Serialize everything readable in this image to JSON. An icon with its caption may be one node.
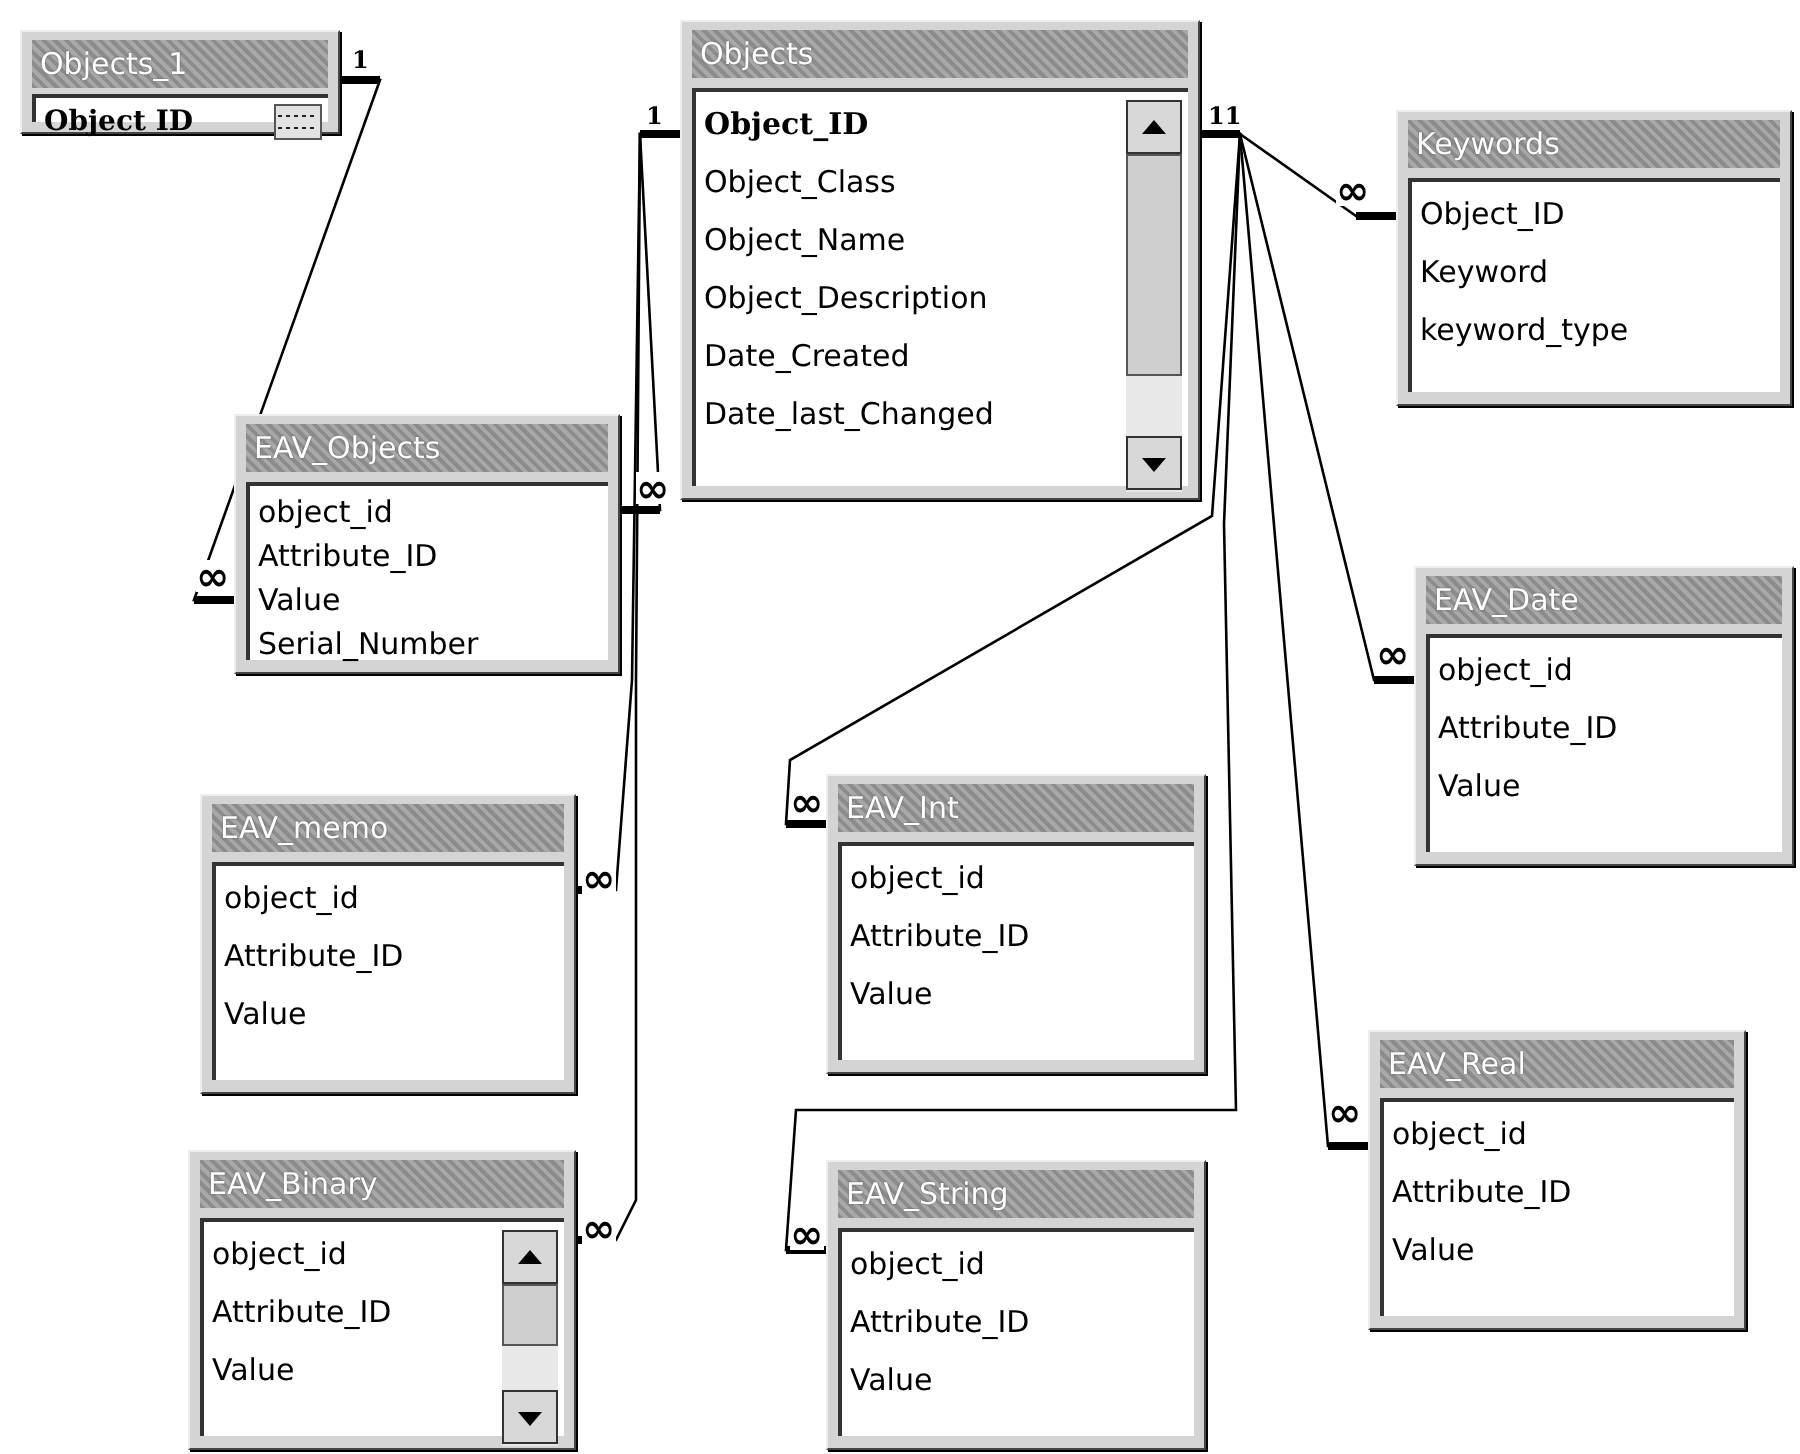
{
  "diagram": {
    "nodes": [
      {
        "text": [
          "Objects_1",
          "Object ID"
        ]
      },
      {
        "text": [
          "Objects",
          "Object_ID",
          "Object_Class",
          "Object_Name",
          "Object_Description",
          "Date_Created",
          "Date_last_Changed"
        ]
      },
      {
        "text": [
          "Keywords",
          "Object_ID",
          "Keyword",
          "keyword_type"
        ]
      },
      {
        "text": [
          "EAV_Objects",
          "object_id",
          "Attribute_ID",
          "Value",
          "Serial_Number"
        ]
      },
      {
        "text": [
          "EAV_Date",
          "object_id",
          "Attribute_ID",
          "Value"
        ]
      },
      {
        "text": [
          "EAV_Int",
          "object_id",
          "Attribute_ID",
          "Value"
        ]
      },
      {
        "text": [
          "EAV_memo",
          "object_id",
          "Attribute_ID",
          "Value"
        ]
      },
      {
        "text": [
          "EAV_Real",
          "object_id",
          "Attribute_ID",
          "Value"
        ]
      },
      {
        "text": [
          "EAV_Binary",
          "object_id",
          "Attribute_ID",
          "Value"
        ]
      },
      {
        "text": [
          "EAV_String",
          "object_id",
          "Attribute_ID",
          "Value"
        ]
      }
    ],
    "edges": [
      {
        "from": 0,
        "to": 3,
        "arrow": "other"
      },
      {
        "from": 1,
        "to": 3,
        "arrow": "other"
      },
      {
        "from": 1,
        "to": 6,
        "arrow": "other"
      },
      {
        "from": 1,
        "to": 8,
        "arrow": "other"
      },
      {
        "from": 1,
        "to": 2,
        "arrow": "other"
      },
      {
        "from": 1,
        "to": 5,
        "arrow": "other"
      },
      {
        "from": 1,
        "to": 9,
        "arrow": "other"
      },
      {
        "from": 1,
        "to": 4,
        "arrow": "other"
      },
      {
        "from": 1,
        "to": 7,
        "arrow": "other"
      }
    ],
    "labels": [
      "1",
      "1",
      "11",
      "∞",
      "∞",
      "∞",
      "∞",
      "∞",
      "∞",
      "∞",
      "∞",
      "∞"
    ]
  }
}
